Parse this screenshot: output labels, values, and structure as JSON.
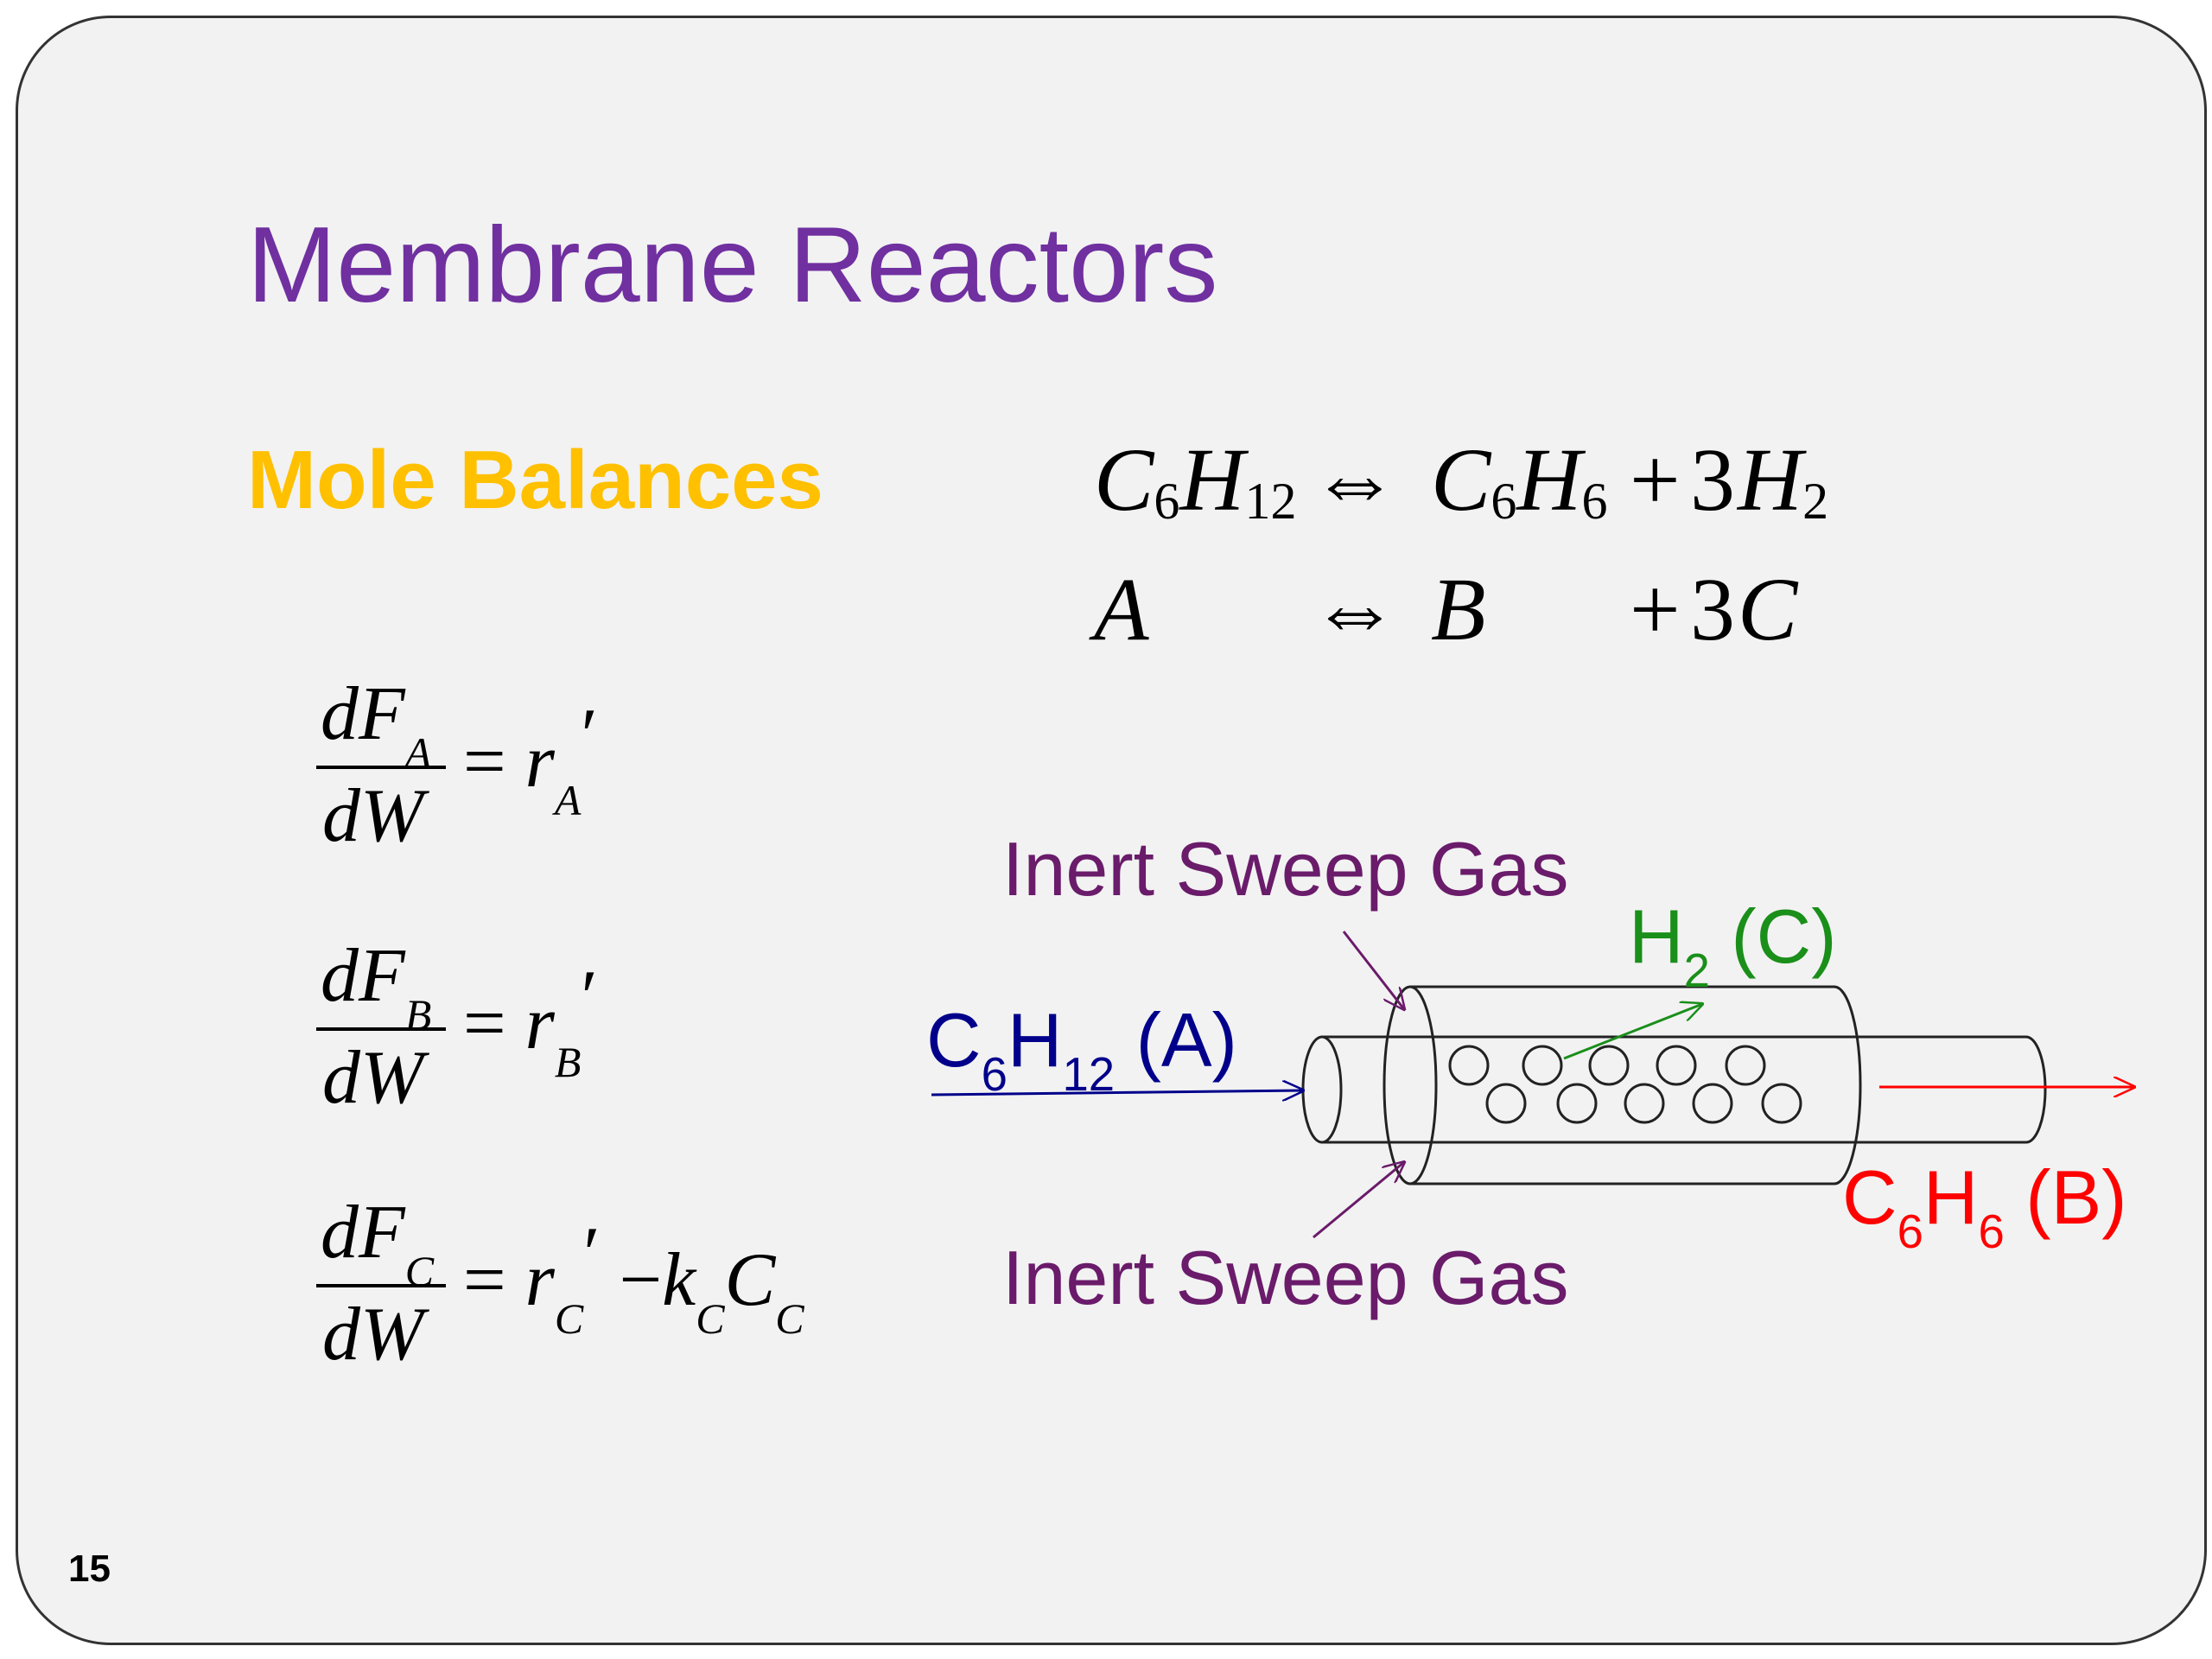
{
  "slide": {
    "title": "Membrane Reactors",
    "subtitle": "Mole Balances",
    "page_number": "15"
  },
  "reaction": {
    "line1": {
      "reactant": "C",
      "reactant_sub1": "6",
      "reactant_h": "H",
      "reactant_sub2": "12",
      "arrow": "⇔",
      "product1": "C",
      "product1_sub1": "6",
      "product1_h": "H",
      "product1_sub2": "6",
      "plus": "+",
      "coef": "3",
      "product2": "H",
      "product2_sub": "2"
    },
    "line2": {
      "a": "A",
      "arrow": "⇔",
      "b": "B",
      "plus": "+",
      "coef": "3",
      "c": "C"
    }
  },
  "balances": [
    {
      "num_d": "d",
      "num_f": "F",
      "num_sub": "A",
      "den": "dW",
      "eq": "=",
      "r": "r",
      "r_sub": "A",
      "prime": "′",
      "extra": ""
    },
    {
      "num_d": "d",
      "num_f": "F",
      "num_sub": "B",
      "den": "dW",
      "eq": "=",
      "r": "r",
      "r_sub": "B",
      "prime": "′",
      "extra": ""
    },
    {
      "num_d": "d",
      "num_f": "F",
      "num_sub": "C",
      "den": "dW",
      "eq": "=",
      "r": "r",
      "r_sub": "C",
      "prime": "′",
      "minus": "−",
      "k": "k",
      "k_sub": "C",
      "cc": "C",
      "cc_sub": "C"
    }
  ],
  "diagram": {
    "sweep_top": "Inert Sweep Gas",
    "sweep_bottom": "Inert Sweep Gas",
    "feed_label": {
      "c": "C",
      "c_sub": "6",
      "h": "H",
      "h_sub": "12",
      "tag": " (A)"
    },
    "h2_label": {
      "h": "H",
      "h_sub": "2",
      "tag": " (C)"
    },
    "product_label": {
      "c": "C",
      "c_sub": "6",
      "h": "H",
      "h_sub": "6",
      "tag": " (B)"
    },
    "colors": {
      "title": "#7030a0",
      "subtitle": "#ffc000",
      "sweep": "#6a1b6a",
      "feed": "#00008b",
      "h2": "#1a8f1a",
      "product": "#ff0000"
    }
  }
}
